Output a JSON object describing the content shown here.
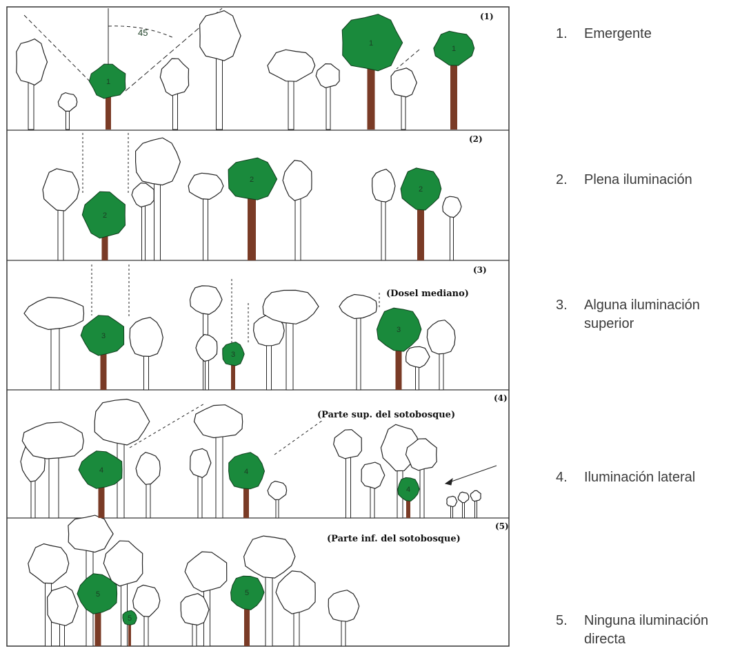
{
  "figure": {
    "angle_label": "45",
    "panels": [
      {
        "tag": "(1)",
        "note": "",
        "crown_label": "1"
      },
      {
        "tag": "(2)",
        "note": "",
        "crown_label": "2"
      },
      {
        "tag": "(3)",
        "note": "(Dosel mediano)",
        "crown_label": "3"
      },
      {
        "tag": "(4)",
        "note": "(Parte sup. del sotobosque)",
        "crown_label": "4"
      },
      {
        "tag": "(5)",
        "note": "(Parte inf. del sotobosque)",
        "crown_label": "5"
      }
    ],
    "colors": {
      "highlight_crown": "#1a8a3c",
      "highlight_trunk": "#7a3b26",
      "outline": "#222222",
      "frame": "#333333"
    }
  },
  "legend": [
    {
      "number": "1.",
      "text": "Emergente"
    },
    {
      "number": "2.",
      "text": "Plena iluminación"
    },
    {
      "number": "3.",
      "text": "Alguna iluminación superior"
    },
    {
      "number": "4.",
      "text": "Iluminación lateral"
    },
    {
      "number": "5.",
      "text": "Ninguna iluminación directa"
    }
  ]
}
